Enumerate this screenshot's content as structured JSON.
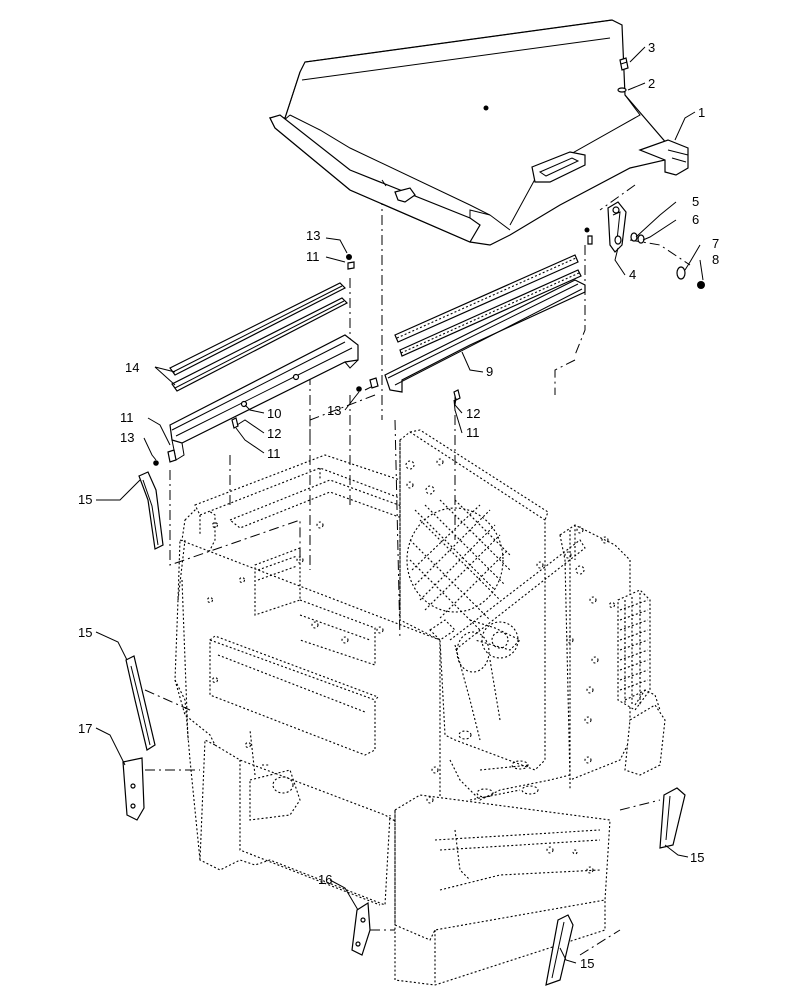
{
  "diagram": {
    "type": "exploded-parts-diagram",
    "callouts": [
      {
        "id": "c3",
        "label": "3"
      },
      {
        "id": "c2",
        "label": "2"
      },
      {
        "id": "c1",
        "label": "1"
      },
      {
        "id": "c5",
        "label": "5"
      },
      {
        "id": "c6",
        "label": "6"
      },
      {
        "id": "c7",
        "label": "7"
      },
      {
        "id": "c8",
        "label": "8"
      },
      {
        "id": "c4",
        "label": "4"
      },
      {
        "id": "c13a",
        "label": "13"
      },
      {
        "id": "c11a",
        "label": "11"
      },
      {
        "id": "c14",
        "label": "14"
      },
      {
        "id": "c9",
        "label": "9"
      },
      {
        "id": "c13b",
        "label": "13"
      },
      {
        "id": "c12a",
        "label": "12"
      },
      {
        "id": "c11b",
        "label": "11"
      },
      {
        "id": "c11c",
        "label": "11"
      },
      {
        "id": "c10",
        "label": "10"
      },
      {
        "id": "c12b",
        "label": "12"
      },
      {
        "id": "c13c",
        "label": "13"
      },
      {
        "id": "c11d",
        "label": "11"
      },
      {
        "id": "c15a",
        "label": "15"
      },
      {
        "id": "c15b",
        "label": "15"
      },
      {
        "id": "c17",
        "label": "17"
      },
      {
        "id": "c15c",
        "label": "15"
      },
      {
        "id": "c16",
        "label": "16"
      },
      {
        "id": "c15d",
        "label": "15"
      }
    ]
  }
}
